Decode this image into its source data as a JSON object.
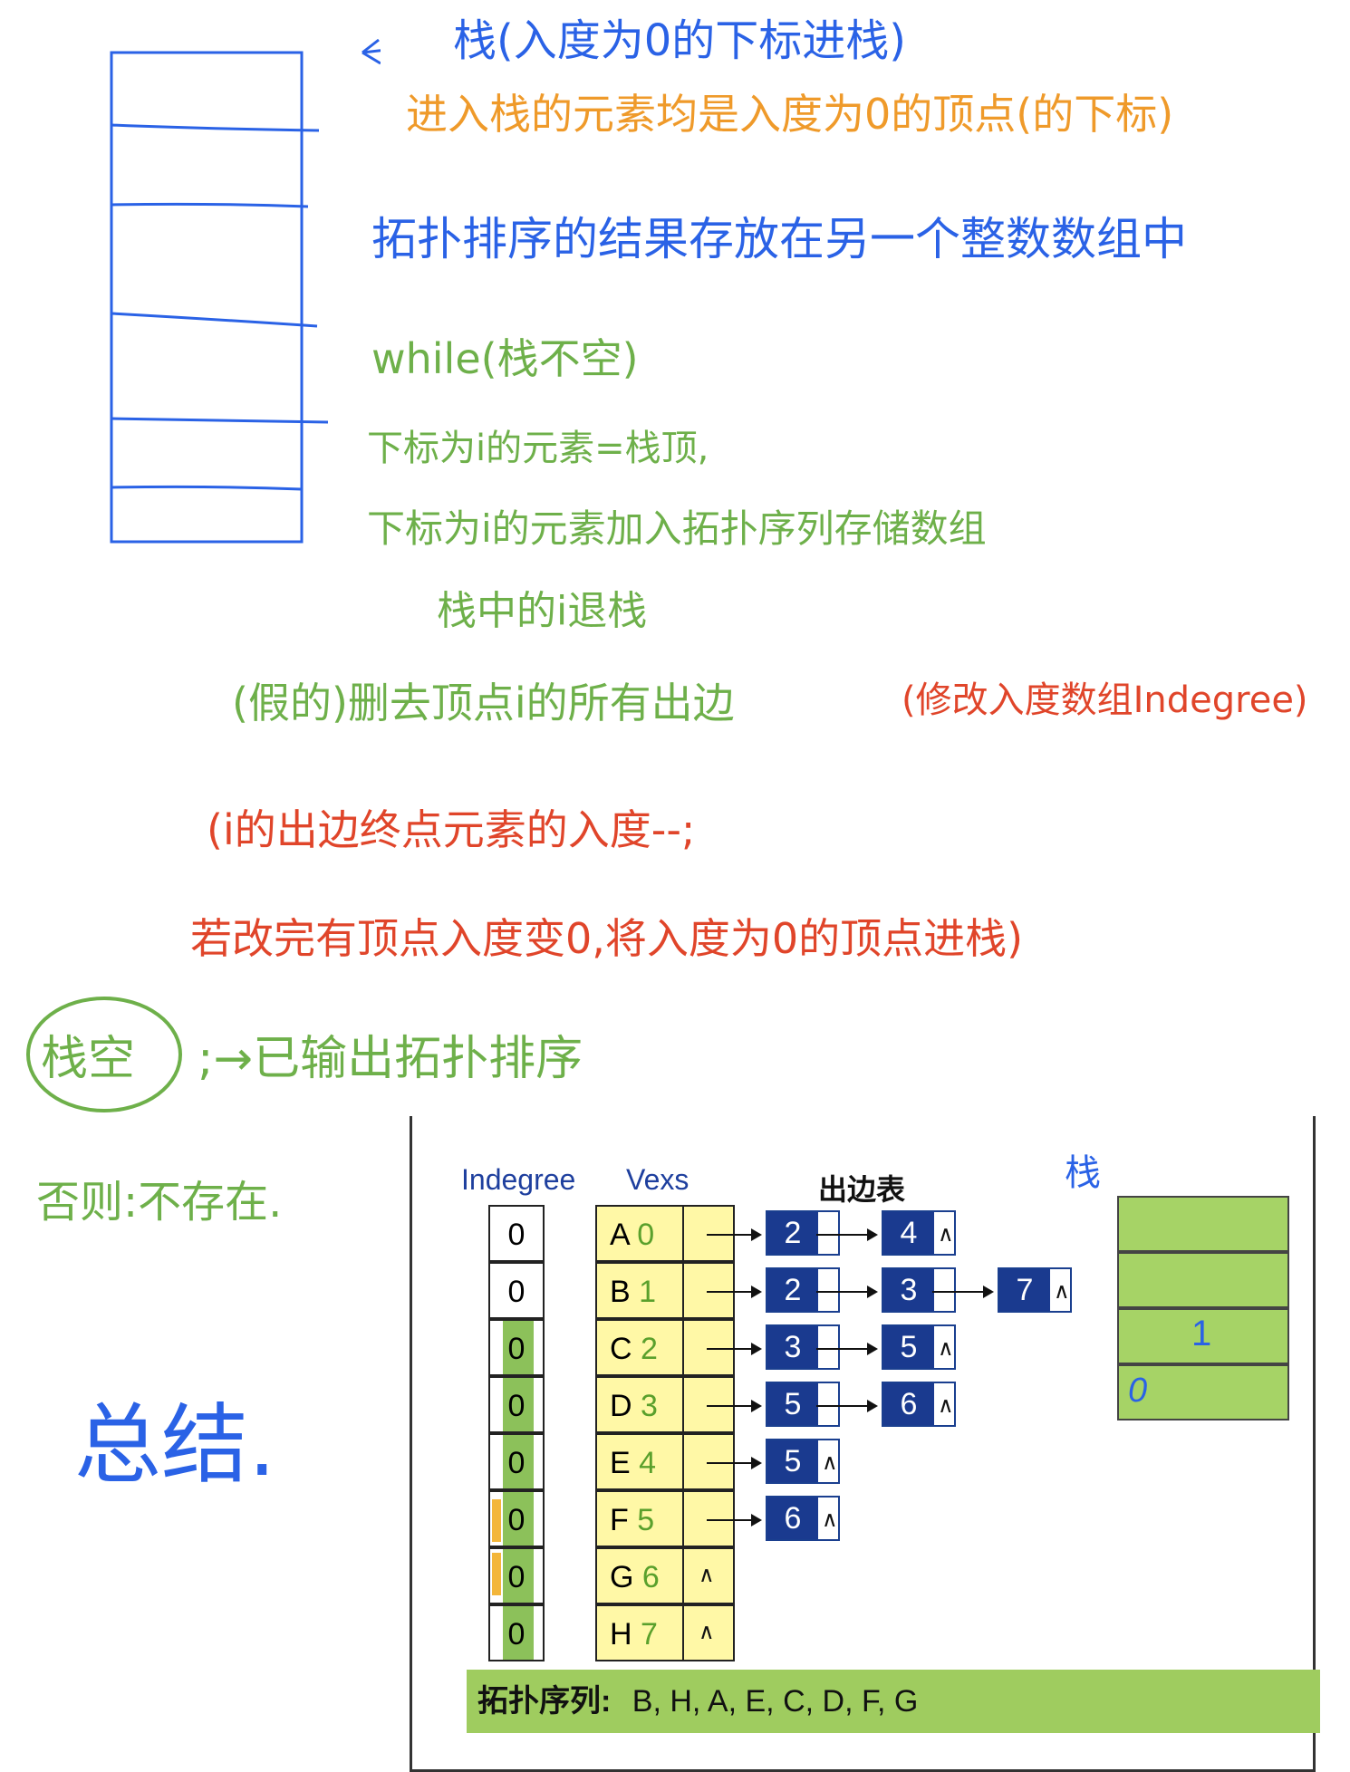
{
  "notes": {
    "stack_header": "栈(入度为0的下标进栈)",
    "line1": "进入栈的元素均是入度为0的顶点(的下标)",
    "line2": "拓扑排序的结果存放在另一个整数数组中",
    "line3": "while(栈不空)",
    "line4": "下标为i的元素=栈顶,",
    "line5": "下标为i的元素加入拓扑序列存储数组",
    "line6": "栈中的i退栈",
    "line7a": "(假的)删去顶点i的所有出边",
    "line7b": "(修改入度数组Indegree)",
    "line8": "(i的出边终点元素的入度--;",
    "line9": "若改完有顶点入度变0,将入度为0的顶点进栈)",
    "stack_empty": "栈空",
    "output": ";→已输出拓扑排序",
    "else": "否则:不存在.",
    "summary": "总结."
  },
  "screenshot": {
    "indegree_label": "Indegree",
    "vexs_label": "Vexs",
    "outedge_label": "出边表",
    "stack_label": "栈",
    "indegree": [
      "0",
      "0",
      "0",
      "0",
      "0",
      "0",
      "0",
      "0"
    ],
    "vertices": [
      {
        "name": "A",
        "index": "0"
      },
      {
        "name": "B",
        "index": "1"
      },
      {
        "name": "C",
        "index": "2"
      },
      {
        "name": "D",
        "index": "3"
      },
      {
        "name": "E",
        "index": "4"
      },
      {
        "name": "F",
        "index": "5"
      },
      {
        "name": "G",
        "index": "6"
      },
      {
        "name": "H",
        "index": "7"
      }
    ],
    "null_symbol": "∧",
    "adjacency": [
      [
        "2",
        "4"
      ],
      [
        "2",
        "3",
        "7"
      ],
      [
        "3",
        "5"
      ],
      [
        "5",
        "6"
      ],
      [
        "5"
      ],
      [
        "6"
      ],
      [],
      []
    ],
    "stack_contents": [
      "1",
      "0"
    ],
    "sequence_label": "拓扑序列:",
    "sequence": "B, H, A, E, C, D, F, G"
  },
  "colors": {
    "blue_ink": "#2a62e6",
    "orange_ink": "#ef9a2a",
    "green_ink": "#6eb04a",
    "red_ink": "#e0452a",
    "purple_ink": "#8a3fe0",
    "node_fill": "#1a3a8f",
    "vex_fill": "#fff8a6",
    "stack_fill": "#a6d366",
    "sequence_fill": "#9fcc5f"
  }
}
